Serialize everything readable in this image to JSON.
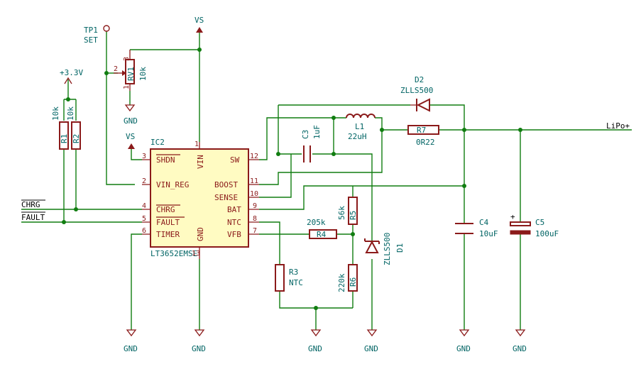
{
  "power": {
    "vs_top": "VS",
    "vs_left": "VS",
    "v33": "+3.3V",
    "gnd": "GND"
  },
  "tp1": {
    "ref": "TP1",
    "val": "SET"
  },
  "rv1": {
    "ref": "RV1",
    "val": "10k",
    "pin1": "1",
    "pin2": "2",
    "pin3": "3"
  },
  "r1": {
    "ref": "R1",
    "val": "10k"
  },
  "r2": {
    "ref": "R2",
    "val": "10k"
  },
  "r3": {
    "ref": "R3",
    "val": "NTC"
  },
  "r4": {
    "ref": "R4",
    "val": "205k"
  },
  "r5": {
    "ref": "R5",
    "val": "56k"
  },
  "r6": {
    "ref": "R6",
    "val": "220k"
  },
  "r7": {
    "ref": "R7",
    "val": "0R22"
  },
  "c3": {
    "ref": "C3",
    "val": "1uF"
  },
  "c4": {
    "ref": "C4",
    "val": "10uF"
  },
  "c5": {
    "ref": "C5",
    "val": "100uF",
    "plus": "+"
  },
  "l1": {
    "ref": "L1",
    "val": "22uH"
  },
  "d1": {
    "ref": "D1",
    "val": "ZLLS500"
  },
  "d2": {
    "ref": "D2",
    "val": "ZLLS500"
  },
  "ic2": {
    "ref": "IC2",
    "val": "LT3652EMSE",
    "pins": {
      "shdn": "SHDN",
      "vin_reg": "VIN_REG",
      "chrg": "CHRG",
      "fault": "FAULT",
      "timer": "TIMER",
      "vin": "VIN",
      "gnd": "GND",
      "sw": "SW",
      "boost": "BOOST",
      "sense": "SENSE",
      "bat": "BAT",
      "ntc": "NTC",
      "vfb": "VFB"
    },
    "pin_numbers": {
      "p1": "1",
      "p2": "2",
      "p3": "3",
      "p4": "4",
      "p5": "5",
      "p6": "6",
      "p7": "7",
      "p8": "8",
      "p9": "9",
      "p10": "10",
      "p11": "11",
      "p12": "12",
      "p13": "13"
    }
  },
  "labels": {
    "chrg": "CHRG",
    "fault": "FAULT",
    "lipo": "LiPo+"
  }
}
